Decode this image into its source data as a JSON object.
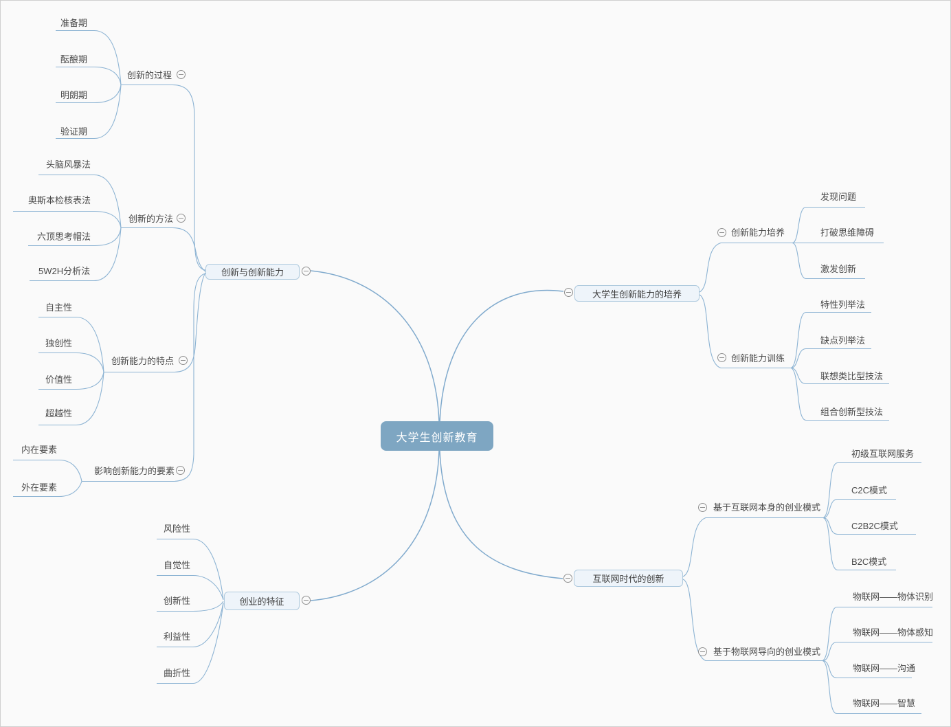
{
  "root": {
    "label": "大学生创新教育"
  },
  "topics": [
    {
      "label": "创新与创新能力",
      "branches": [
        {
          "label": "创新的过程",
          "leaves": [
            "准备期",
            "酝酿期",
            "明朗期",
            "验证期"
          ]
        },
        {
          "label": "创新的方法",
          "leaves": [
            "头脑风暴法",
            "奥斯本检核表法",
            "六顶思考帽法",
            "5W2H分析法"
          ]
        },
        {
          "label": "创新能力的特点",
          "leaves": [
            "自主性",
            "独创性",
            "价值性",
            "超越性"
          ]
        },
        {
          "label": "影响创新能力的要素",
          "leaves": [
            "内在要素",
            "外在要素"
          ]
        }
      ]
    },
    {
      "label": "创业的特征",
      "leaves": [
        "风险性",
        "自觉性",
        "创新性",
        "利益性",
        "曲折性"
      ]
    },
    {
      "label": "大学生创新能力的培养",
      "branches": [
        {
          "label": "创新能力培养",
          "leaves": [
            "发现问题",
            "打破思维障碍",
            "激发创新"
          ]
        },
        {
          "label": "创新能力训练",
          "leaves": [
            "特性列举法",
            "缺点列举法",
            "联想类比型技法",
            "组合创新型技法"
          ]
        }
      ]
    },
    {
      "label": "互联网时代的创新",
      "branches": [
        {
          "label": "基于互联网本身的创业模式",
          "leaves": [
            "初级互联网服务",
            "C2C模式",
            "C2B2C模式",
            "B2C模式"
          ]
        },
        {
          "label": "基于物联网导向的创业模式",
          "leaves": [
            "物联网——物体识别",
            "物联网——物体感知",
            "物联网——沟通",
            "物联网——智慧"
          ]
        }
      ]
    }
  ],
  "icons": {
    "collapse": "minus-circle"
  },
  "colors": {
    "canvas_bg": "#fafafa",
    "connector_line": "#8cb3d3",
    "root_fill": "#7ea6c2",
    "root_text": "#ffffff",
    "topic_fill": "#eef4fa",
    "topic_border": "#afcade",
    "text": "#4a4a4a",
    "collapse_icon": "#8f8f8f"
  }
}
